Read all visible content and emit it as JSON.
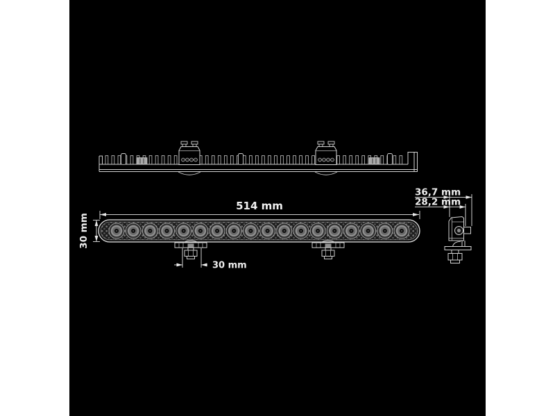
{
  "dimensions": {
    "length": "514 mm",
    "bar_height": "30 mm",
    "bracket_offset": "30 mm",
    "depth_overall": "36,7 mm",
    "depth_body": "28,2 mm"
  },
  "leds": {
    "count": 18
  },
  "brackets": {
    "count": 2
  },
  "colors": {
    "page_background": "#ffffff",
    "canvas_background": "#000000",
    "line": "#d4d4d4",
    "text": "#efefef"
  }
}
